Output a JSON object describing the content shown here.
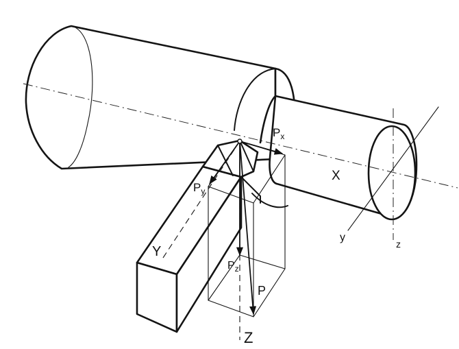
{
  "labels": {
    "px": "P",
    "px_sub": "x",
    "py": "P",
    "py_sub": "y",
    "pz": "P",
    "pz_sub": "z",
    "p": "P",
    "x_axis": "X",
    "y_tool": "Y",
    "z_axis": "Z",
    "y_small": "y",
    "z_small": "z"
  },
  "colors": {
    "ink": "#141414",
    "background": "#ffffff"
  }
}
